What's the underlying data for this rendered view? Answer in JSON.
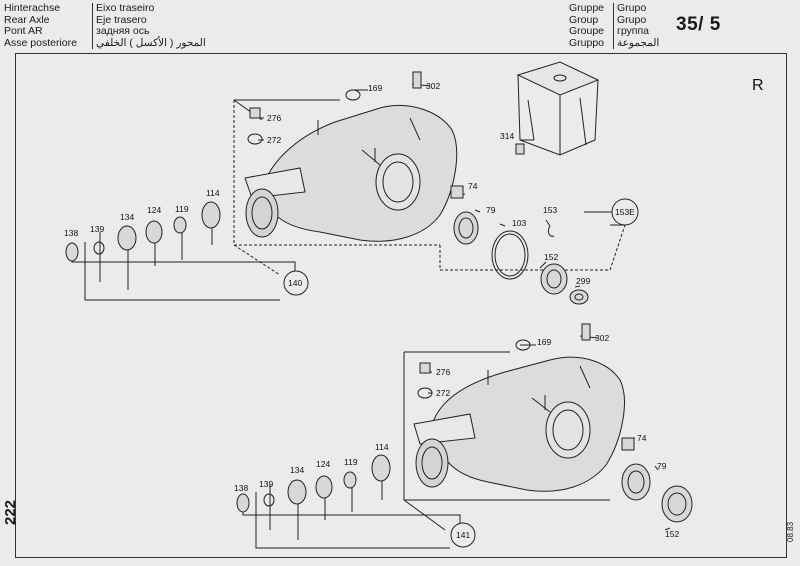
{
  "header": {
    "names_left": [
      "Hinterachse",
      "Rear Axle",
      "Pont AR",
      "Asse posteriore"
    ],
    "names_mid": [
      "Eixo traseiro",
      "Eje trasero",
      "задняя ось",
      "المحور ( الأكسل ) الخلفي"
    ],
    "group_labels_left": [
      "Gruppe",
      "Group",
      "Groupe",
      "Gruppo"
    ],
    "group_labels_right": [
      "Grupo",
      "Grupo",
      "группа",
      "المجموعة"
    ],
    "group_number": "35/ 5"
  },
  "variant_label": "R",
  "page_number": "222",
  "date_code": "08.83",
  "parts_upper": [
    "169",
    "302",
    "276",
    "272",
    "314",
    "74",
    "79",
    "103",
    "153",
    "153E",
    "114",
    "119",
    "124",
    "134",
    "139",
    "138",
    "140",
    "152",
    "299"
  ],
  "parts_lower": [
    "169",
    "302",
    "276",
    "272",
    "74",
    "79",
    "114",
    "119",
    "124",
    "134",
    "139",
    "138",
    "141",
    "152"
  ]
}
